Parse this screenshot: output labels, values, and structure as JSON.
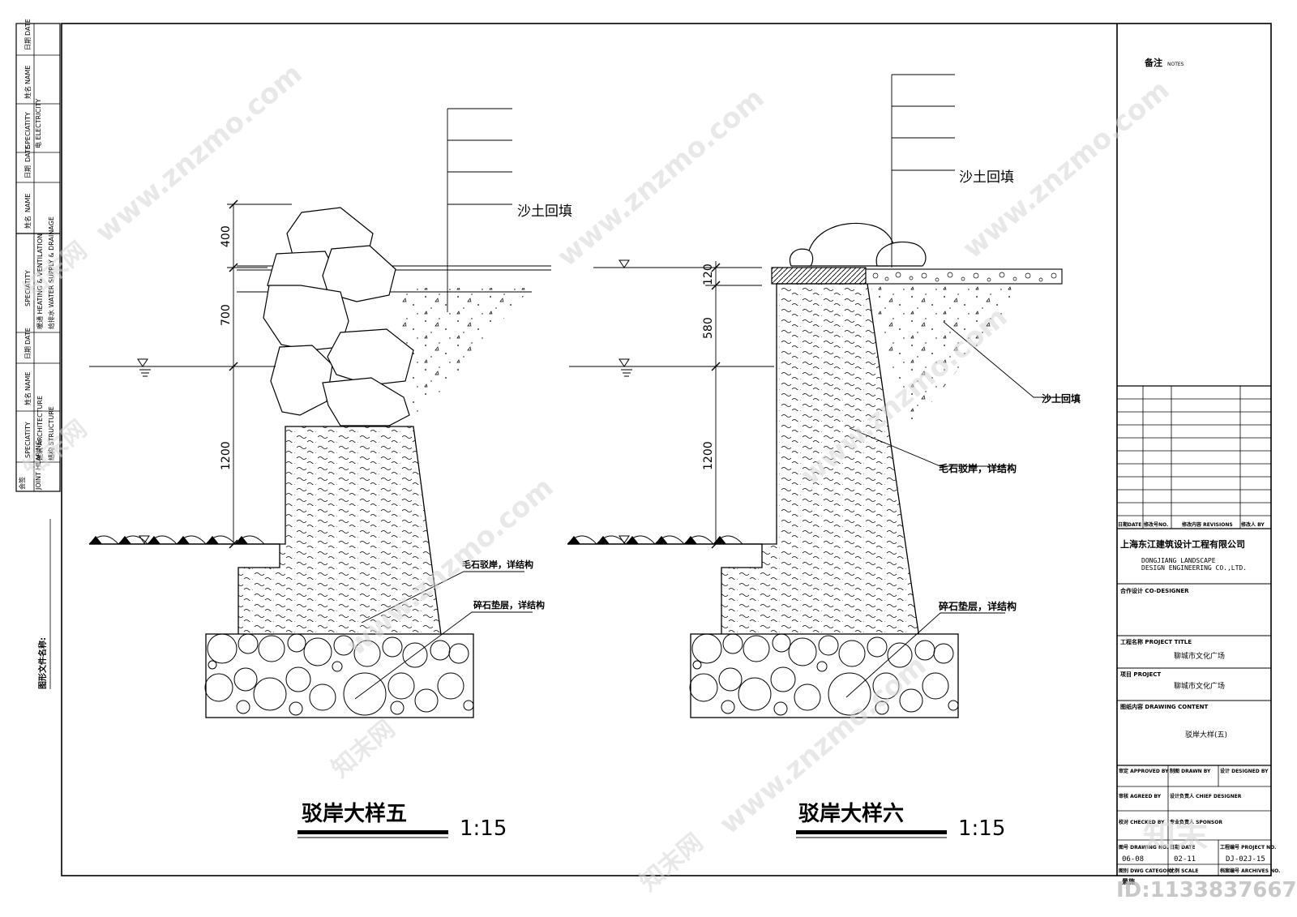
{
  "left_strip": {
    "rows": [
      {
        "zh": "日期",
        "en": "DATE"
      },
      {
        "zh": "姓名",
        "en": "NAME"
      },
      {
        "zh": "专业",
        "en": "SPECIATITY",
        "discipline": "电 ELECTRICITY"
      },
      {
        "zh": "日期",
        "en": "DATE"
      },
      {
        "zh": "姓名",
        "en": "NAME"
      },
      {
        "zh": "专业",
        "en": "SPECIATITY",
        "discipline": "暖通 HEATING & VENTILATION",
        "discipline2": "给排水 WATER SUPPLY & DRAINAGE"
      },
      {
        "zh": "日期",
        "en": "DATE"
      },
      {
        "zh": "姓名",
        "en": "NAME"
      },
      {
        "zh": "专业",
        "en": "SPECIATITY",
        "discipline": "建筑 ARCHITECTURE",
        "discipline2": "结构 STRUCTURE"
      },
      {
        "zh": "会签",
        "en": "JOINT HEARING"
      }
    ],
    "file_name_label": "图形文件名称:"
  },
  "detail_5": {
    "title": "驳岸大样五",
    "scale": "1:15",
    "dims": [
      "400",
      "700",
      "1200"
    ],
    "labels": {
      "backfill": "沙土回填",
      "rubble": "毛石驳岸，详结构",
      "gravel": "碎石垫层，详结构"
    }
  },
  "detail_6": {
    "title": "驳岸大样六",
    "scale": "1:15",
    "dims": [
      "120",
      "580",
      "1200"
    ],
    "labels": {
      "backfill_top": "沙土回填",
      "backfill_side": "沙土回填",
      "rubble": "毛石驳岸，详结构",
      "gravel": "碎石垫层，详结构"
    }
  },
  "title_block": {
    "notes_zh": "备注",
    "notes_en": "NOTES",
    "revision_headers": {
      "date": "日期DATE",
      "no": "修改号NO.",
      "content": "修改内容 REVISIONS",
      "by": "修改人 BY"
    },
    "company_zh": "上海东江建筑设计工程有限公司",
    "company_en1": "DONGJIANG LANDSCAPE",
    "company_en2": "DESIGN ENGINEERING CO.,LTD.",
    "co_designer": "合作设计  CO-DESIGNER",
    "project_title_label": "工程名称  PROJECT TITLE",
    "project_title_value": "聊城市文化广场",
    "project_label": "项目  PROJECT",
    "project_value": "聊城市文化广场",
    "drawing_content_label": "图纸内容  DRAWING CONTENT",
    "drawing_content_value": "驳岸大样(五)",
    "approved_by": "审定 APPROVED BY",
    "drawn_by": "制图 DRAWN BY",
    "designed_by": "设计 DESIGNED BY",
    "agreed_by": "审核  AGREED BY",
    "chief_designer": "设计负责人 CHIEF DESIGNER",
    "checked_by": "校对 CHECKED BY",
    "sponsor": "专业负责人 SPONSOR",
    "drawing_no_label": "图号 DRAWING NO.",
    "date_label": "日期 DATE",
    "project_no_label": "工程编号 PROJECT NO.",
    "drawing_no": "06-08",
    "date_value": "02-11",
    "project_no": "DJ-02J-15",
    "dwg_category": "图别 DWG CATEGORY",
    "category_value": "景施",
    "scale_label": "比例 SCALE",
    "archives_no": "档案编号 ARCHIVES NO."
  },
  "watermarks": {
    "site": "www.znzmo.com",
    "brand": "知末网",
    "corner_logo": "知末",
    "id_label": "ID:1133837667"
  }
}
